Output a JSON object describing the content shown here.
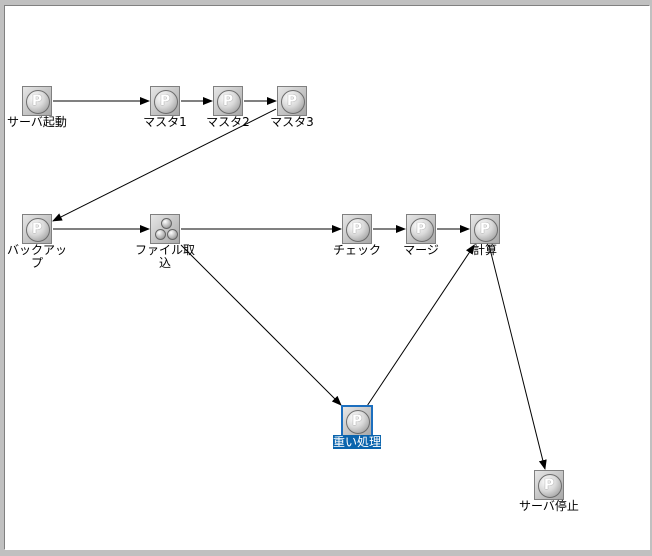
{
  "nodes": [
    {
      "id": "server-start",
      "label": "サーバ起動",
      "type": "process"
    },
    {
      "id": "master1",
      "label": "マスタ1",
      "type": "process"
    },
    {
      "id": "master2",
      "label": "マスタ2",
      "type": "process"
    },
    {
      "id": "master3",
      "label": "マスタ3",
      "type": "process"
    },
    {
      "id": "backup",
      "label": "バックアッ\nプ",
      "type": "process"
    },
    {
      "id": "file-import",
      "label": "ファイル取\n込",
      "type": "branch"
    },
    {
      "id": "check",
      "label": "チェック",
      "type": "process"
    },
    {
      "id": "merge",
      "label": "マージ",
      "type": "process"
    },
    {
      "id": "calc",
      "label": "計算",
      "type": "process"
    },
    {
      "id": "heavy",
      "label": "重い処理",
      "type": "process",
      "selected": true
    },
    {
      "id": "server-stop",
      "label": "サーバ停止",
      "type": "process"
    }
  ],
  "edges": [
    [
      "server-start",
      "master1"
    ],
    [
      "master1",
      "master2"
    ],
    [
      "master2",
      "master3"
    ],
    [
      "master3",
      "backup"
    ],
    [
      "backup",
      "file-import"
    ],
    [
      "file-import",
      "check"
    ],
    [
      "check",
      "merge"
    ],
    [
      "merge",
      "calc"
    ],
    [
      "file-import",
      "heavy"
    ],
    [
      "heavy",
      "calc"
    ],
    [
      "calc",
      "server-stop"
    ]
  ],
  "icons": {
    "process": "p-circle-icon",
    "branch": "branch-dots-icon"
  },
  "colors": {
    "background": "#c0c0c0",
    "panel": "#ffffff",
    "selection": "#0a64ad"
  }
}
